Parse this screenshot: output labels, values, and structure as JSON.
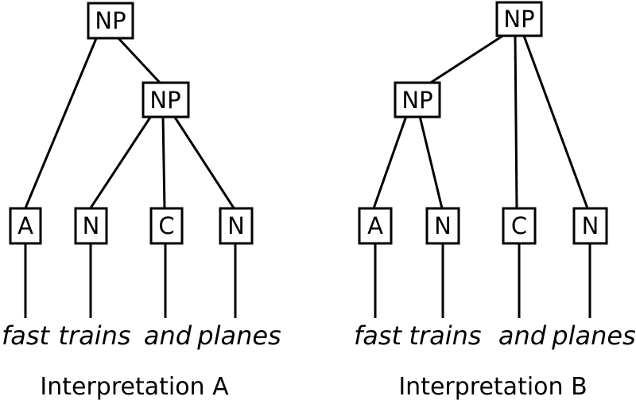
{
  "figure": {
    "background_color": "#ffffff",
    "ink_color": "#000000",
    "sentence": "fast trains and planes",
    "trees": [
      {
        "caption": "Interpretation A",
        "root_label": "NP",
        "inner_label": "NP",
        "leaves": [
          "A",
          "N",
          "C",
          "N"
        ],
        "words": [
          "fast",
          "trains",
          "and",
          "planes"
        ]
      },
      {
        "caption": "Interpretation B",
        "root_label": "NP",
        "inner_label": "NP",
        "leaves": [
          "A",
          "N",
          "C",
          "N"
        ],
        "words": [
          "fast",
          "trains",
          "and",
          "planes"
        ]
      }
    ]
  }
}
